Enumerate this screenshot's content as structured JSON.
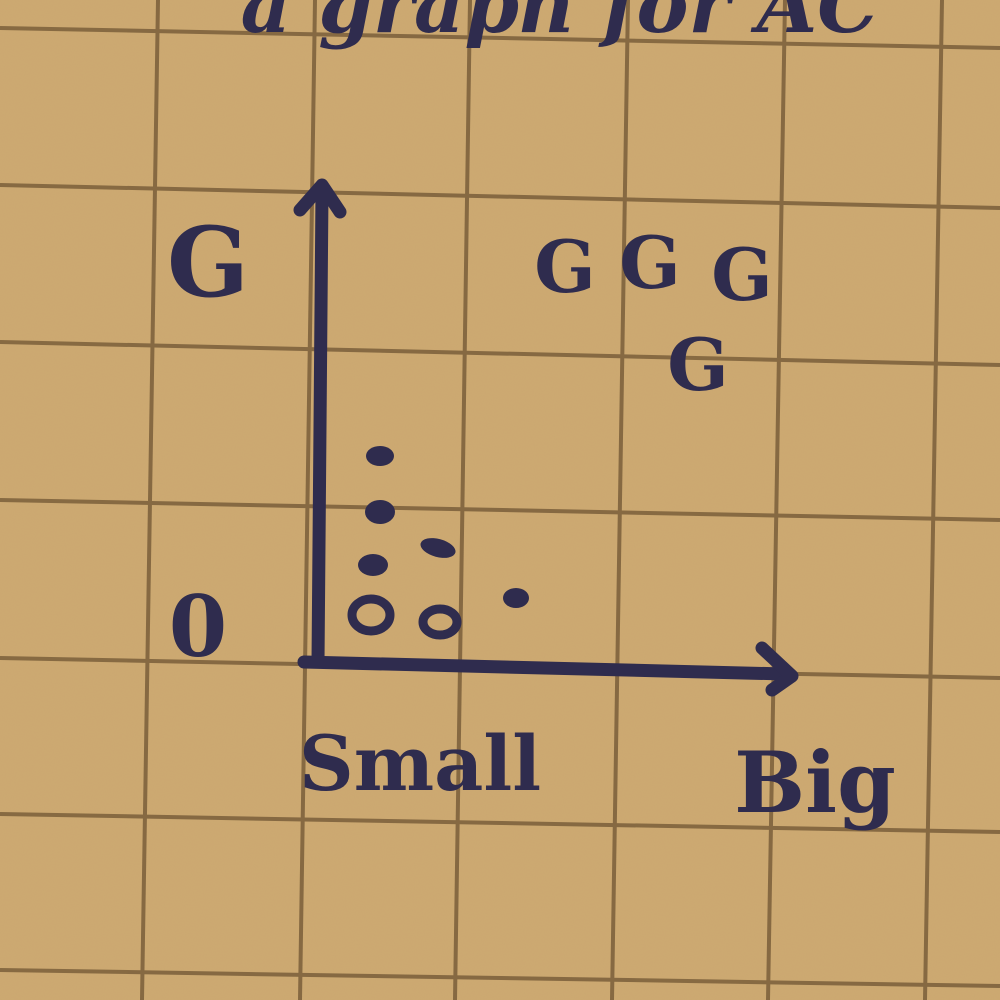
{
  "colors": {
    "paper": "#c9a66e",
    "grid": "#7a5f3a",
    "ink": "#2f2c4e"
  },
  "diagram": {
    "top_text": "a graph for AC",
    "y_top_label": "G",
    "y_bottom_label": "0",
    "x_left_label": "Small",
    "x_right_label": "Big",
    "top_right_glyphs": [
      "G",
      "G",
      "G",
      "G"
    ]
  }
}
